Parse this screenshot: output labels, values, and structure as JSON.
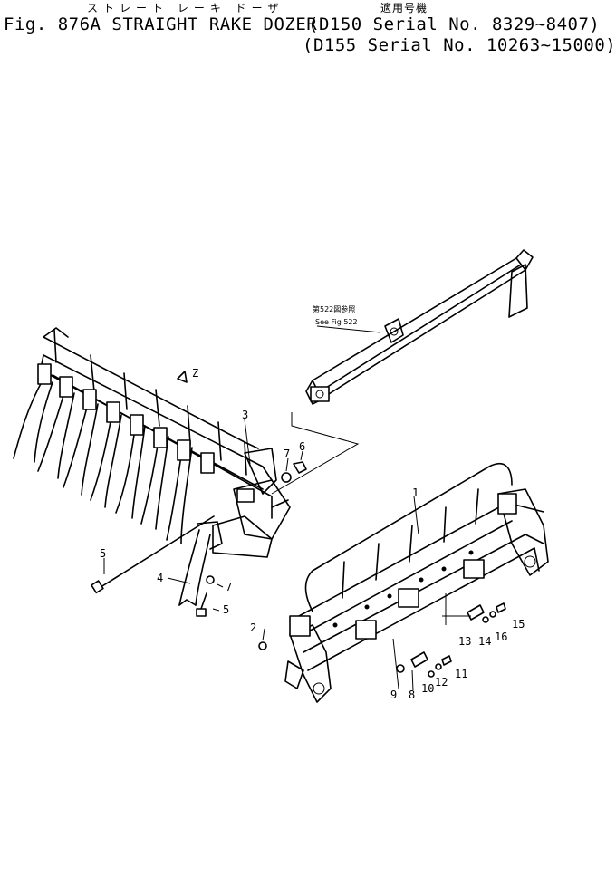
{
  "header": {
    "figure": "Fig. 876A",
    "title": "STRAIGHT RAKE DOZER",
    "title_jp": "ストレート レーキ ドーザ",
    "applicable_jp": "適用号機",
    "serial_line1": "(D150 Serial No. 8329~8407)",
    "serial_line2": "(D155 Serial No. 10263~15000)"
  },
  "reference": {
    "jp": "第522図参照",
    "en": "See Fig 522"
  },
  "callouts": [
    "1",
    "2",
    "3",
    "4",
    "5",
    "5",
    "6",
    "7",
    "7",
    "8",
    "9",
    "10",
    "11",
    "12",
    "13",
    "14",
    "15",
    "16"
  ],
  "direction_marker": "Z"
}
